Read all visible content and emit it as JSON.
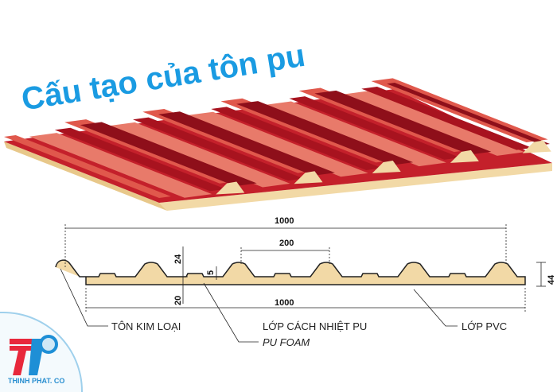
{
  "title": "Cấu tạo của tôn pu",
  "dimensions": {
    "overall_top": "1000",
    "rib_pitch": "200",
    "rib_height": "24",
    "small_rib_height": "5",
    "foam_thickness": "20",
    "total_thickness": "44",
    "overall_bottom": "1000"
  },
  "labels": {
    "metal_sheet": "TÔN KIM LOẠI",
    "insulation": "LỚP CÁCH NHIỆT PU",
    "insulation_en": "PU FOAM",
    "pvc": "LỚP PVC"
  },
  "logo": {
    "text": "THINH PHAT. CO"
  },
  "colors": {
    "title": "#1a9be2",
    "roof": "#c4202b",
    "foam": "#f2d9a6"
  }
}
